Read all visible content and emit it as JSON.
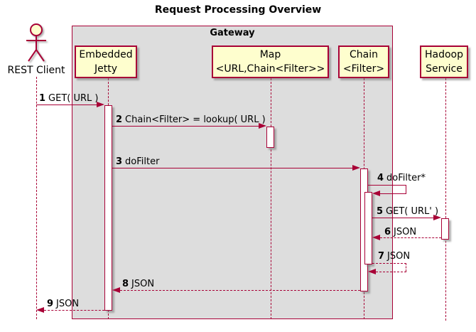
{
  "colors": {
    "accent": "#A80036",
    "participant_fill": "#FEFECE",
    "frame_fill": "#DDDDDD",
    "background": "#FFFFFF"
  },
  "diagram": {
    "title": "Request Processing Overview",
    "frame": {
      "label": "Gateway"
    },
    "actor": {
      "label": "REST Client"
    },
    "participants": [
      {
        "line1": "Embedded",
        "line2": "Jetty"
      },
      {
        "line1": "Map",
        "line2": "<URL,Chain<Filter>>"
      },
      {
        "line1": "Chain",
        "line2": "<Filter>"
      },
      {
        "line1": "Hadoop",
        "line2": "Service"
      }
    ],
    "messages": [
      {
        "seq": "1",
        "text": "GET( URL )",
        "kind": "call"
      },
      {
        "seq": "2",
        "text": "Chain<Filter> = lookup( URL )",
        "kind": "call"
      },
      {
        "seq": "3",
        "text": "doFilter",
        "kind": "call"
      },
      {
        "seq": "4",
        "text": "doFilter*",
        "kind": "self-call"
      },
      {
        "seq": "5",
        "text": "GET( URL' )",
        "kind": "call"
      },
      {
        "seq": "6",
        "text": "JSON",
        "kind": "return"
      },
      {
        "seq": "7",
        "text": "JSON",
        "kind": "self-return"
      },
      {
        "seq": "8",
        "text": "JSON",
        "kind": "return"
      },
      {
        "seq": "9",
        "text": "JSON",
        "kind": "return"
      }
    ]
  }
}
